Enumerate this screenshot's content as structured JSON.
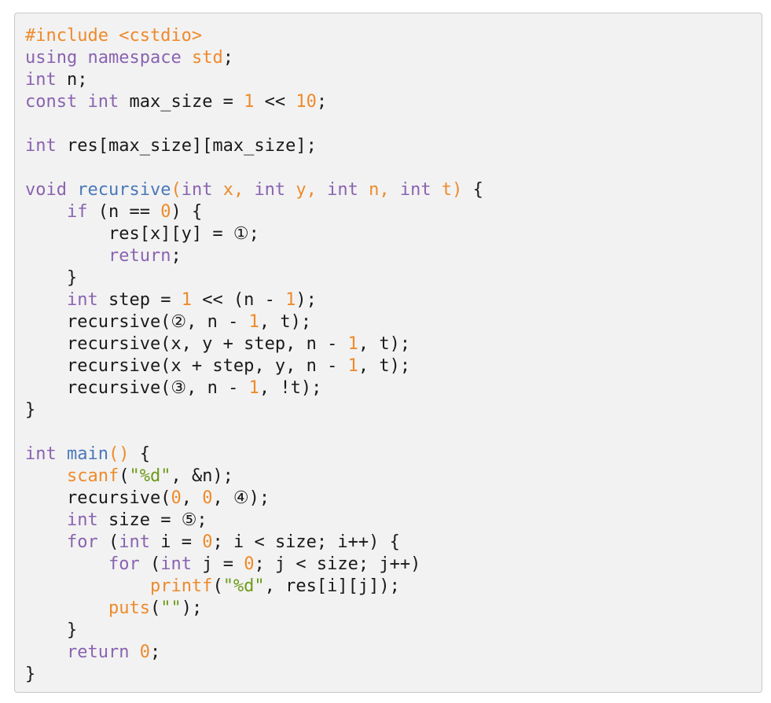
{
  "code": {
    "language": "cpp",
    "colors": {
      "dflt": "#1a1a1a",
      "kw": "#8a63b0",
      "num": "#ee8a2a",
      "str": "#6e9a1a",
      "inc": "#ee8a2a",
      "fn": "#4a78b8",
      "par": "#ee8a2a",
      "background": "#f2f2f2",
      "border": "#c8c8c8"
    },
    "lines": [
      [
        [
          "inc",
          "#include <cstdio>"
        ]
      ],
      [
        [
          "kw",
          "using"
        ],
        [
          "dflt",
          " "
        ],
        [
          "kw",
          "namespace"
        ],
        [
          "dflt",
          " "
        ],
        [
          "inc",
          "std"
        ],
        [
          "dflt",
          ";"
        ]
      ],
      [
        [
          "kw",
          "int"
        ],
        [
          "dflt",
          " n;"
        ]
      ],
      [
        [
          "kw",
          "const"
        ],
        [
          "dflt",
          " "
        ],
        [
          "kw",
          "int"
        ],
        [
          "dflt",
          " max_size = "
        ],
        [
          "num",
          "1"
        ],
        [
          "dflt",
          " << "
        ],
        [
          "num",
          "10"
        ],
        [
          "dflt",
          ";"
        ]
      ],
      [],
      [
        [
          "kw",
          "int"
        ],
        [
          "dflt",
          " res[max_size][max_size];"
        ]
      ],
      [],
      [
        [
          "kw",
          "void"
        ],
        [
          "dflt",
          " "
        ],
        [
          "fn",
          "recursive"
        ],
        [
          "par",
          "("
        ],
        [
          "kw",
          "int"
        ],
        [
          "par",
          " x, "
        ],
        [
          "kw",
          "int"
        ],
        [
          "par",
          " y, "
        ],
        [
          "kw",
          "int"
        ],
        [
          "par",
          " n, "
        ],
        [
          "kw",
          "int"
        ],
        [
          "par",
          " t)"
        ],
        [
          "dflt",
          " {"
        ]
      ],
      [
        [
          "dflt",
          "    "
        ],
        [
          "kw",
          "if"
        ],
        [
          "dflt",
          " (n == "
        ],
        [
          "num",
          "0"
        ],
        [
          "dflt",
          ") {"
        ]
      ],
      [
        [
          "dflt",
          "        res[x][y] = ①;"
        ]
      ],
      [
        [
          "dflt",
          "        "
        ],
        [
          "kw",
          "return"
        ],
        [
          "dflt",
          ";"
        ]
      ],
      [
        [
          "dflt",
          "    }"
        ]
      ],
      [
        [
          "dflt",
          "    "
        ],
        [
          "kw",
          "int"
        ],
        [
          "dflt",
          " step = "
        ],
        [
          "num",
          "1"
        ],
        [
          "dflt",
          " << (n - "
        ],
        [
          "num",
          "1"
        ],
        [
          "dflt",
          ");"
        ]
      ],
      [
        [
          "dflt",
          "    recursive(②, n - "
        ],
        [
          "num",
          "1"
        ],
        [
          "dflt",
          ", t);"
        ]
      ],
      [
        [
          "dflt",
          "    recursive(x, y + step, n - "
        ],
        [
          "num",
          "1"
        ],
        [
          "dflt",
          ", t);"
        ]
      ],
      [
        [
          "dflt",
          "    recursive(x + step, y, n - "
        ],
        [
          "num",
          "1"
        ],
        [
          "dflt",
          ", t);"
        ]
      ],
      [
        [
          "dflt",
          "    recursive(③, n - "
        ],
        [
          "num",
          "1"
        ],
        [
          "dflt",
          ", !t);"
        ]
      ],
      [
        [
          "dflt",
          "}"
        ]
      ],
      [],
      [
        [
          "kw",
          "int"
        ],
        [
          "dflt",
          " "
        ],
        [
          "fn",
          "main"
        ],
        [
          "par",
          "()"
        ],
        [
          "dflt",
          " {"
        ]
      ],
      [
        [
          "dflt",
          "    "
        ],
        [
          "inc",
          "scanf"
        ],
        [
          "dflt",
          "("
        ],
        [
          "str",
          "\"%d\""
        ],
        [
          "dflt",
          ", &n);"
        ]
      ],
      [
        [
          "dflt",
          "    recursive("
        ],
        [
          "num",
          "0"
        ],
        [
          "dflt",
          ", "
        ],
        [
          "num",
          "0"
        ],
        [
          "dflt",
          ", ④);"
        ]
      ],
      [
        [
          "dflt",
          "    "
        ],
        [
          "kw",
          "int"
        ],
        [
          "dflt",
          " size = ⑤;"
        ]
      ],
      [
        [
          "dflt",
          "    "
        ],
        [
          "kw",
          "for"
        ],
        [
          "dflt",
          " ("
        ],
        [
          "kw",
          "int"
        ],
        [
          "dflt",
          " i = "
        ],
        [
          "num",
          "0"
        ],
        [
          "dflt",
          "; i < size; i++) {"
        ]
      ],
      [
        [
          "dflt",
          "        "
        ],
        [
          "kw",
          "for"
        ],
        [
          "dflt",
          " ("
        ],
        [
          "kw",
          "int"
        ],
        [
          "dflt",
          " j = "
        ],
        [
          "num",
          "0"
        ],
        [
          "dflt",
          "; j < size; j++)"
        ]
      ],
      [
        [
          "dflt",
          "            "
        ],
        [
          "inc",
          "printf"
        ],
        [
          "dflt",
          "("
        ],
        [
          "str",
          "\"%d\""
        ],
        [
          "dflt",
          ", res[i][j]);"
        ]
      ],
      [
        [
          "dflt",
          "        "
        ],
        [
          "inc",
          "puts"
        ],
        [
          "dflt",
          "("
        ],
        [
          "str",
          "\"\""
        ],
        [
          "dflt",
          ");"
        ]
      ],
      [
        [
          "dflt",
          "    }"
        ]
      ],
      [
        [
          "dflt",
          "    "
        ],
        [
          "kw",
          "return"
        ],
        [
          "dflt",
          " "
        ],
        [
          "num",
          "0"
        ],
        [
          "dflt",
          ";"
        ]
      ],
      [
        [
          "dflt",
          "}"
        ]
      ]
    ]
  }
}
